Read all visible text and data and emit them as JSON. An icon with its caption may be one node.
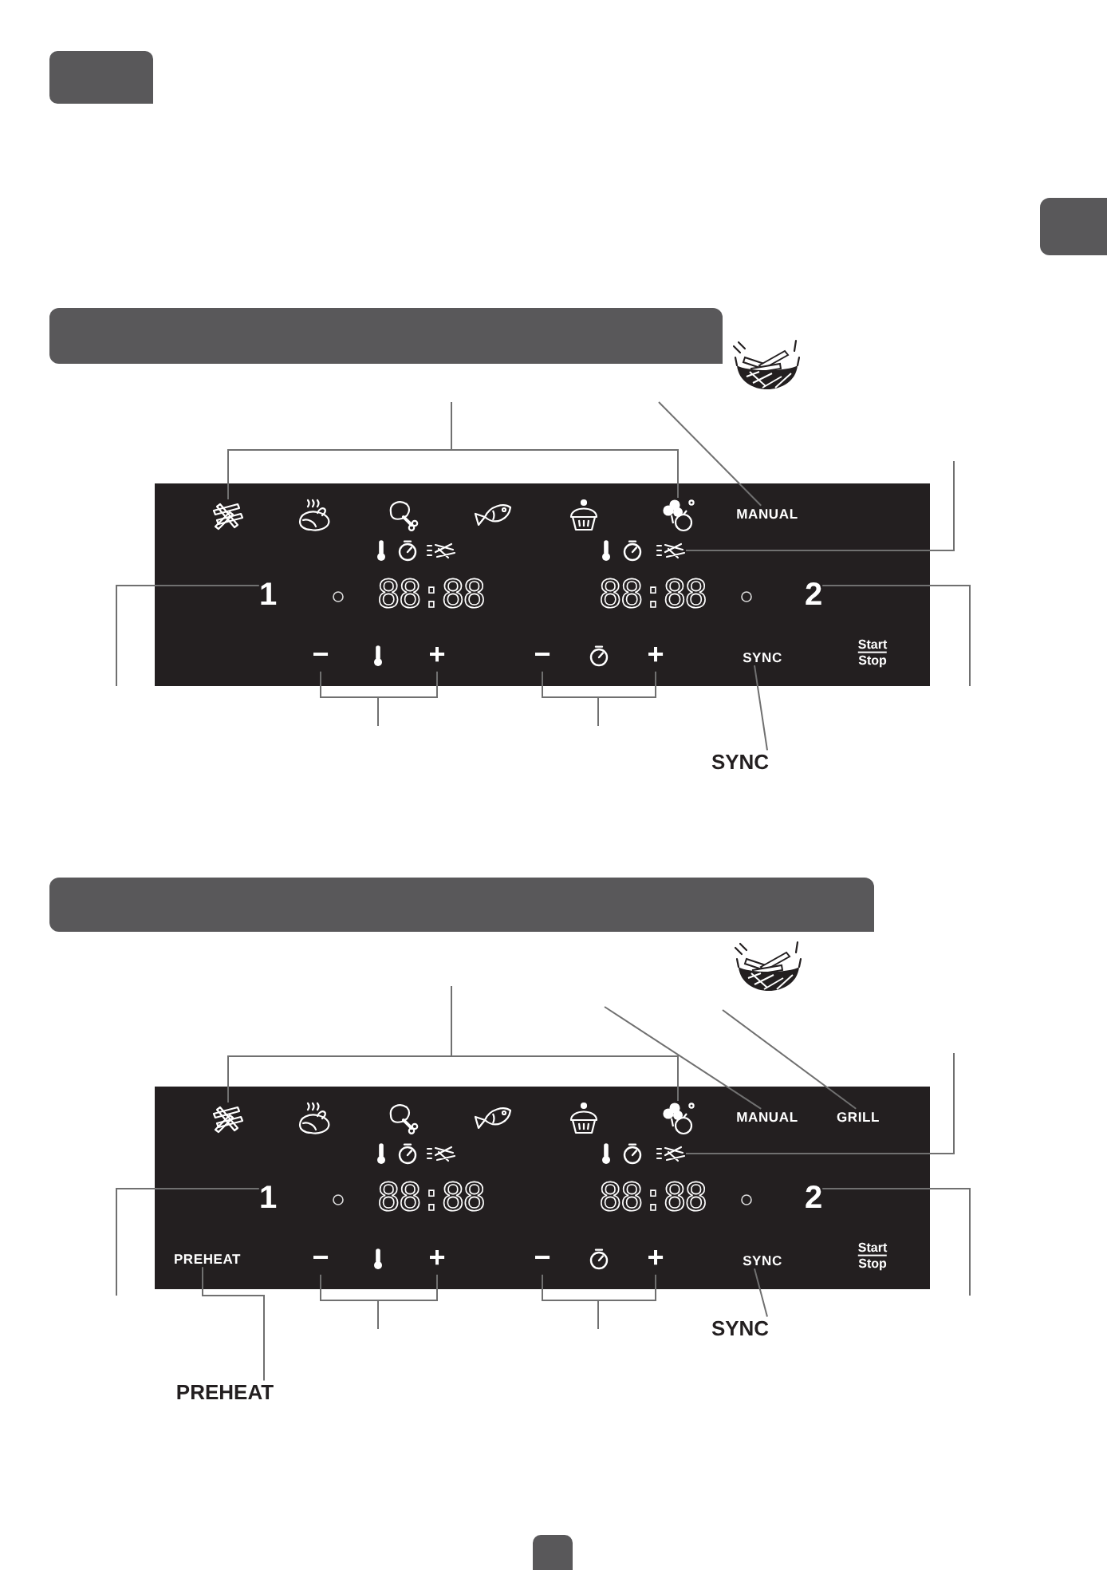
{
  "diagram": {
    "nodes": [
      {
        "text": [],
        "shape": "box"
      },
      {
        "text": [],
        "shape": "picture",
        "in": 0
      },
      {
        "text": [],
        "shape": "picture",
        "in": 0
      },
      {
        "text": [
          "MANUAL"
        ],
        "in": 0
      },
      {
        "text": [],
        "shape": "picture",
        "in": 0
      },
      {
        "text": [
          "1"
        ],
        "in": 0
      },
      {
        "text": [
          "88:88"
        ],
        "in": 0
      },
      {
        "text": [
          "88:88"
        ],
        "in": 0
      },
      {
        "text": [
          "2"
        ],
        "in": 0
      },
      {
        "text": [
          "−"
        ],
        "in": 0
      },
      {
        "text": [
          "+"
        ],
        "in": 0
      },
      {
        "text": [
          "−"
        ],
        "in": 0
      },
      {
        "text": [
          "+"
        ],
        "in": 0
      },
      {
        "text": [
          "SYNC"
        ],
        "in": 0
      },
      {
        "text": [
          "Start",
          "Stop"
        ],
        "in": 0
      },
      {
        "text": [
          "SYNC"
        ]
      },
      {
        "text": [],
        "shape": "box"
      },
      {
        "text": [],
        "shape": "picture",
        "in": 16
      },
      {
        "text": [],
        "shape": "picture",
        "in": 16
      },
      {
        "text": [
          "MANUAL"
        ],
        "in": 16
      },
      {
        "text": [
          "GRILL"
        ],
        "in": 16
      },
      {
        "text": [],
        "shape": "picture",
        "in": 16
      },
      {
        "text": [
          "1"
        ],
        "in": 16
      },
      {
        "text": [
          "88:88"
        ],
        "in": 16
      },
      {
        "text": [
          "88:88"
        ],
        "in": 16
      },
      {
        "text": [
          "2"
        ],
        "in": 16
      },
      {
        "text": [
          "PREHEAT"
        ],
        "in": 16
      },
      {
        "text": [
          "−"
        ],
        "in": 16
      },
      {
        "text": [
          "+"
        ],
        "in": 16
      },
      {
        "text": [
          "−"
        ],
        "in": 16
      },
      {
        "text": [
          "+"
        ],
        "in": 16
      },
      {
        "text": [
          "SYNC"
        ],
        "in": 16
      },
      {
        "text": [
          "Start",
          "Stop"
        ],
        "in": 16
      },
      {
        "text": [
          "SYNC"
        ]
      },
      {
        "text": [
          "PREHEAT"
        ]
      }
    ],
    "edges": [
      {
        "from": null,
        "to": 1,
        "arrow": "none"
      },
      {
        "from": null,
        "to": 2,
        "arrow": "none"
      },
      {
        "from": null,
        "to": 3,
        "arrow": "none"
      },
      {
        "from": null,
        "to": 4,
        "arrow": "none"
      },
      {
        "from": null,
        "to": 5,
        "arrow": "none"
      },
      {
        "from": null,
        "to": 8,
        "arrow": "none"
      },
      {
        "from": null,
        "to": 9,
        "arrow": "none"
      },
      {
        "from": null,
        "to": 10,
        "arrow": "none"
      },
      {
        "from": null,
        "to": 11,
        "arrow": "none"
      },
      {
        "from": null,
        "to": 12,
        "arrow": "none"
      },
      {
        "from": 15,
        "to": 13,
        "arrow": "none"
      },
      {
        "from": null,
        "to": 17,
        "arrow": "none"
      },
      {
        "from": null,
        "to": 18,
        "arrow": "none"
      },
      {
        "from": null,
        "to": 19,
        "arrow": "none"
      },
      {
        "from": null,
        "to": 20,
        "arrow": "none"
      },
      {
        "from": null,
        "to": 21,
        "arrow": "none"
      },
      {
        "from": null,
        "to": 22,
        "arrow": "none"
      },
      {
        "from": null,
        "to": 25,
        "arrow": "none"
      },
      {
        "from": 34,
        "to": 26,
        "arrow": "none"
      },
      {
        "from": null,
        "to": 27,
        "arrow": "none"
      },
      {
        "from": null,
        "to": 28,
        "arrow": "none"
      },
      {
        "from": null,
        "to": 29,
        "arrow": "none"
      },
      {
        "from": null,
        "to": 30,
        "arrow": "none"
      },
      {
        "from": 33,
        "to": 31,
        "arrow": "none"
      }
    ]
  }
}
